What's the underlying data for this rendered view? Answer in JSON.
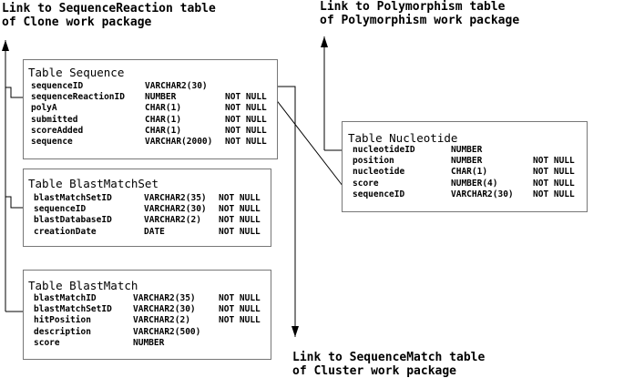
{
  "links": {
    "sequence_reaction": {
      "line1": "Link to SequenceReaction table",
      "line2": "of Clone work package"
    },
    "polymorphism": {
      "line1": "Link to Polymorphism table",
      "line2": "of Polymorphism work package"
    },
    "sequence_match": {
      "line1": "Link to SequenceMatch table",
      "line2": "of Cluster work package"
    }
  },
  "tables": {
    "sequence": {
      "title": "Table Sequence",
      "rows": [
        {
          "name": "sequenceID",
          "type": "VARCHAR2(30)",
          "null": ""
        },
        {
          "name": "sequenceReactionID",
          "type": "NUMBER",
          "null": "NOT NULL"
        },
        {
          "name": "polyA",
          "type": "CHAR(1)",
          "null": "NOT NULL"
        },
        {
          "name": "submitted",
          "type": "CHAR(1)",
          "null": "NOT NULL"
        },
        {
          "name": "scoreAdded",
          "type": "CHAR(1)",
          "null": "NOT NULL"
        },
        {
          "name": "sequence",
          "type": "VARCHAR(2000)",
          "null": "NOT NULL"
        }
      ]
    },
    "blastmatchset": {
      "title": "Table BlastMatchSet",
      "rows": [
        {
          "name": "blastMatchSetID",
          "type": "VARCHAR2(35)",
          "null": "NOT NULL"
        },
        {
          "name": "sequenceID",
          "type": "VARCHAR2(30)",
          "null": "NOT NULL"
        },
        {
          "name": "blastDatabaseID",
          "type": "VARCHAR2(2)",
          "null": "NOT NULL"
        },
        {
          "name": "creationDate",
          "type": "DATE",
          "null": "NOT NULL"
        }
      ]
    },
    "blastmatch": {
      "title": "Table BlastMatch",
      "rows": [
        {
          "name": "blastMatchID",
          "type": "VARCHAR2(35)",
          "null": "NOT NULL"
        },
        {
          "name": "blastMatchSetID",
          "type": "VARCHAR2(30)",
          "null": "NOT NULL"
        },
        {
          "name": "hitPosition",
          "type": "VARCHAR2(2)",
          "null": "NOT NULL"
        },
        {
          "name": "description",
          "type": "VARCHAR2(500)",
          "null": ""
        },
        {
          "name": "score",
          "type": "NUMBER",
          "null": ""
        }
      ]
    },
    "nucleotide": {
      "title": "Table Nucleotide",
      "rows": [
        {
          "name": "nucleotideID",
          "type": "NUMBER",
          "null": ""
        },
        {
          "name": "position",
          "type": "NUMBER",
          "null": "NOT NULL"
        },
        {
          "name": "nucleotide",
          "type": "CHAR(1)",
          "null": "NOT NULL"
        },
        {
          "name": "score",
          "type": "NUMBER(4)",
          "null": "NOT NULL"
        },
        {
          "name": "sequenceID",
          "type": "VARCHAR2(30)",
          "null": "NOT NULL"
        }
      ]
    }
  }
}
